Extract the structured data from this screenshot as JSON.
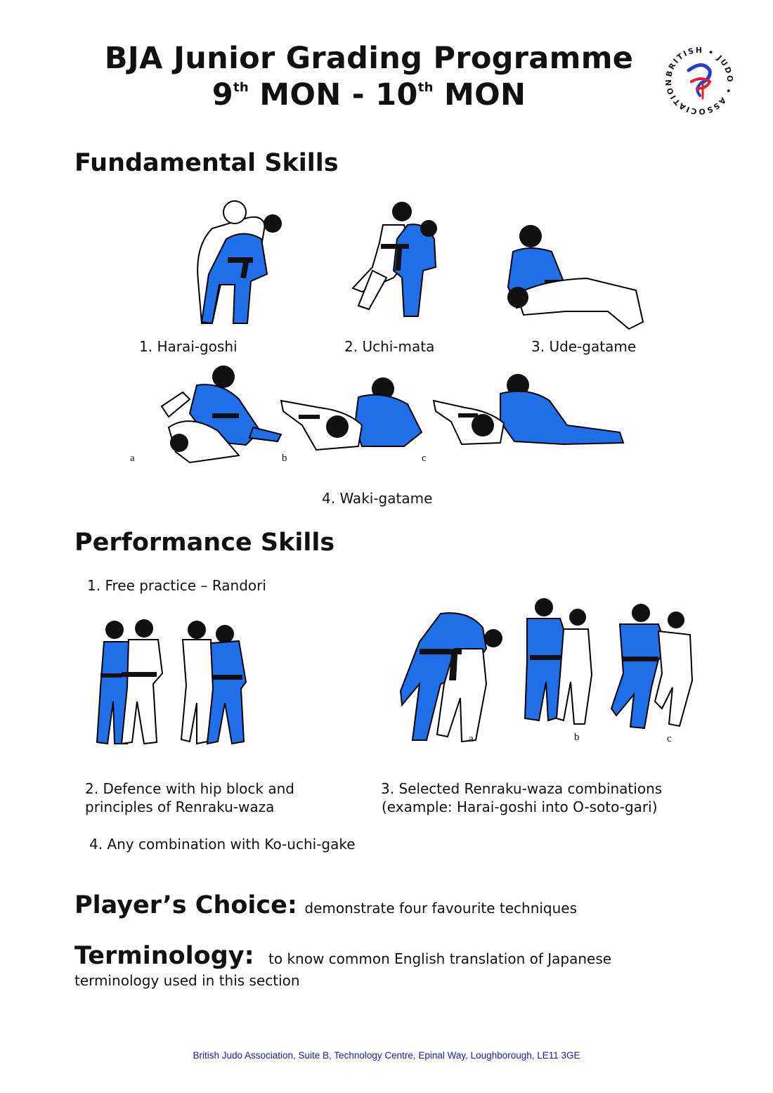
{
  "header": {
    "title_line1": "BJA Junior Grading Programme",
    "title_line2": {
      "num1": "9",
      "sup1": "th",
      "mon1": "MON -",
      "num2": "10",
      "sup2": "th",
      "mon2": "MON"
    },
    "logo": {
      "arc_text": "BRITISH • JUDO • ASSOCIATION •",
      "icon": "bja-logo-icon",
      "colors": {
        "blue": "#2a3fc8",
        "red": "#e0202a"
      }
    }
  },
  "fundamental": {
    "heading": "Fundamental Skills",
    "items": [
      {
        "label": "1. Harai-goshi",
        "icon": "throw-figure-icon"
      },
      {
        "label": "2. Uchi-mata",
        "icon": "throw-figure-icon"
      },
      {
        "label": "3. Ude-gatame",
        "icon": "armlock-figure-icon"
      }
    ],
    "waki": {
      "label": "4. Waki-gatame",
      "steps": [
        "a",
        "b",
        "c"
      ]
    }
  },
  "performance": {
    "heading": "Performance Skills",
    "item1": "1. Free practice – Randori",
    "item2_line1": "2.    Defence with hip block and",
    "item2_line2": "principles of Renraku-waza",
    "item3_line1": "3. Selected Renraku-waza combinations",
    "item3_line2": "(example: Harai-goshi into O-soto-gari)",
    "combo_steps": [
      "a",
      "b",
      "c"
    ],
    "item4": "4. Any combination with Ko-uchi-gake"
  },
  "players_choice": {
    "heading": "Player’s Choice:",
    "text": "demonstrate four favourite techniques"
  },
  "terminology": {
    "heading": "Terminology:",
    "text_line1": "to know common English translation of Japanese",
    "text_line2": "terminology used in this section"
  },
  "footer": {
    "address": "British Judo Association, Suite B, Technology Centre, Epinal Way, Loughborough, LE11 3GE"
  },
  "colors": {
    "judogi_blue": "#1f6fe8",
    "judogi_white": "#ffffff",
    "belt": "#111111",
    "footer_text": "#1a1ab8"
  }
}
